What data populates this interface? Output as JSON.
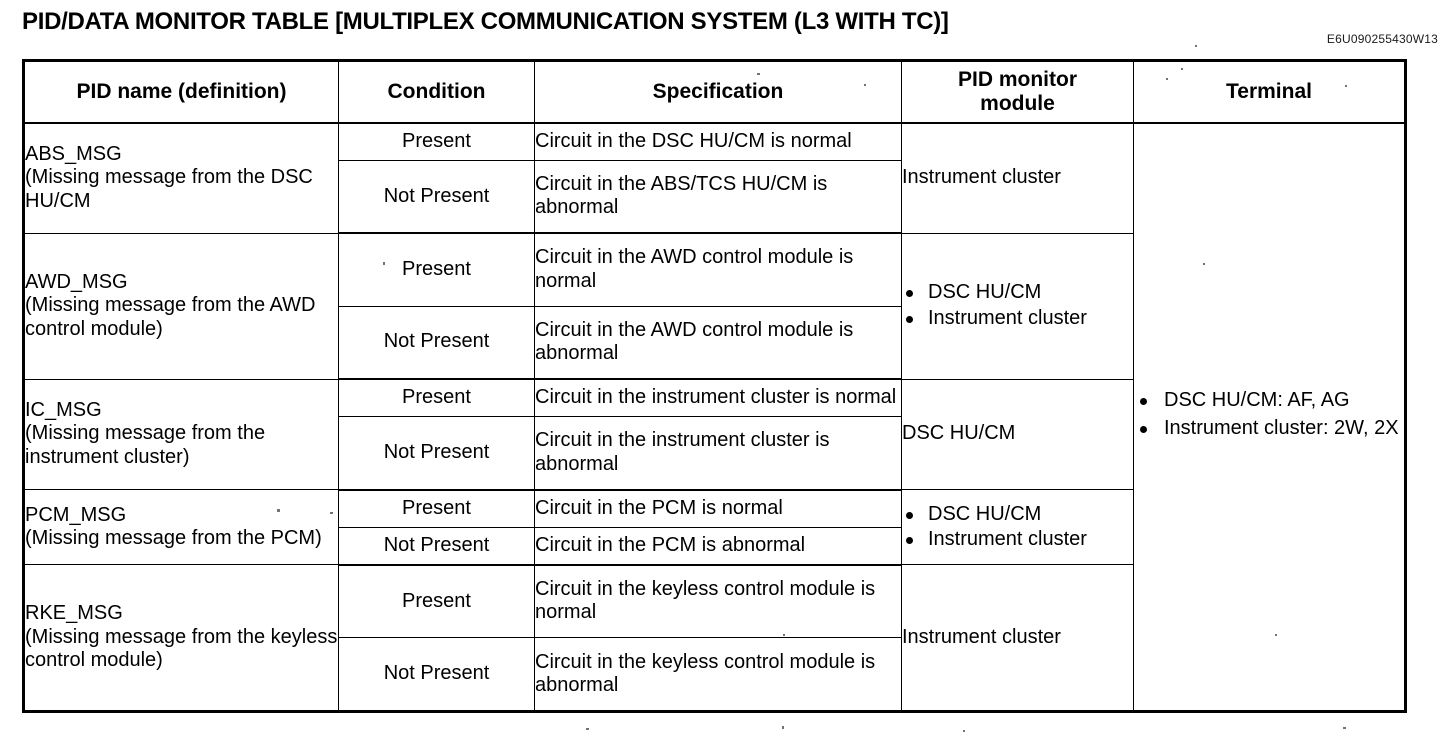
{
  "document": {
    "title": "PID/DATA MONITOR TABLE [MULTIPLEX COMMUNICATION SYSTEM (L3 WITH TC)]",
    "doc_code": "E6U090255430W13"
  },
  "table": {
    "headers": {
      "pid_name": "PID name (definition)",
      "condition": "Condition",
      "specification": "Specification",
      "pid_monitor_module": "PID monitor\nmodule",
      "pid_monitor_module_line1": "PID monitor",
      "pid_monitor_module_line2": "module",
      "terminal": "Terminal"
    },
    "rows": [
      {
        "pid_name": "ABS_MSG",
        "pid_definition": "(Missing message from the DSC HU/CM",
        "conditions": [
          {
            "condition": "Present",
            "specification": "Circuit in the DSC HU/CM is normal"
          },
          {
            "condition": "Not Present",
            "specification": "Circuit in the ABS/TCS HU/CM is abnormal"
          }
        ],
        "monitor_module": {
          "text": "Instrument cluster",
          "bullets": []
        }
      },
      {
        "pid_name": "AWD_MSG",
        "pid_definition": "(Missing message from the AWD control module)",
        "conditions": [
          {
            "condition": "Present",
            "specification": "Circuit in the AWD control module is normal"
          },
          {
            "condition": "Not Present",
            "specification": "Circuit in the AWD control module is abnormal"
          }
        ],
        "monitor_module": {
          "text": "",
          "bullets": [
            "DSC HU/CM",
            "Instrument cluster"
          ]
        }
      },
      {
        "pid_name": "IC_MSG",
        "pid_definition": "(Missing message from the instrument cluster)",
        "conditions": [
          {
            "condition": "Present",
            "specification": "Circuit in the instrument cluster is normal"
          },
          {
            "condition": "Not Present",
            "specification": "Circuit in the instrument cluster is abnormal"
          }
        ],
        "monitor_module": {
          "text": "DSC HU/CM",
          "bullets": []
        }
      },
      {
        "pid_name": "PCM_MSG",
        "pid_definition": "(Missing message from the PCM)",
        "conditions": [
          {
            "condition": "Present",
            "specification": "Circuit in the PCM is normal"
          },
          {
            "condition": "Not Present",
            "specification": "Circuit in the PCM is abnormal"
          }
        ],
        "monitor_module": {
          "text": "",
          "bullets": [
            "DSC HU/CM",
            "Instrument cluster"
          ]
        }
      },
      {
        "pid_name": "RKE_MSG",
        "pid_definition": "(Missing message from the keyless control module)",
        "conditions": [
          {
            "condition": "Present",
            "specification": "Circuit in the keyless control module is normal"
          },
          {
            "condition": "Not Present",
            "specification": "Circuit in the keyless control module is abnormal"
          }
        ],
        "monitor_module": {
          "text": "Instrument cluster",
          "bullets": []
        }
      }
    ],
    "terminal": {
      "bullets": [
        "DSC HU/CM: AF, AG",
        "Instrument cluster: 2W, 2X"
      ]
    }
  },
  "colors": {
    "ink": "#000000",
    "page": "#ffffff"
  }
}
